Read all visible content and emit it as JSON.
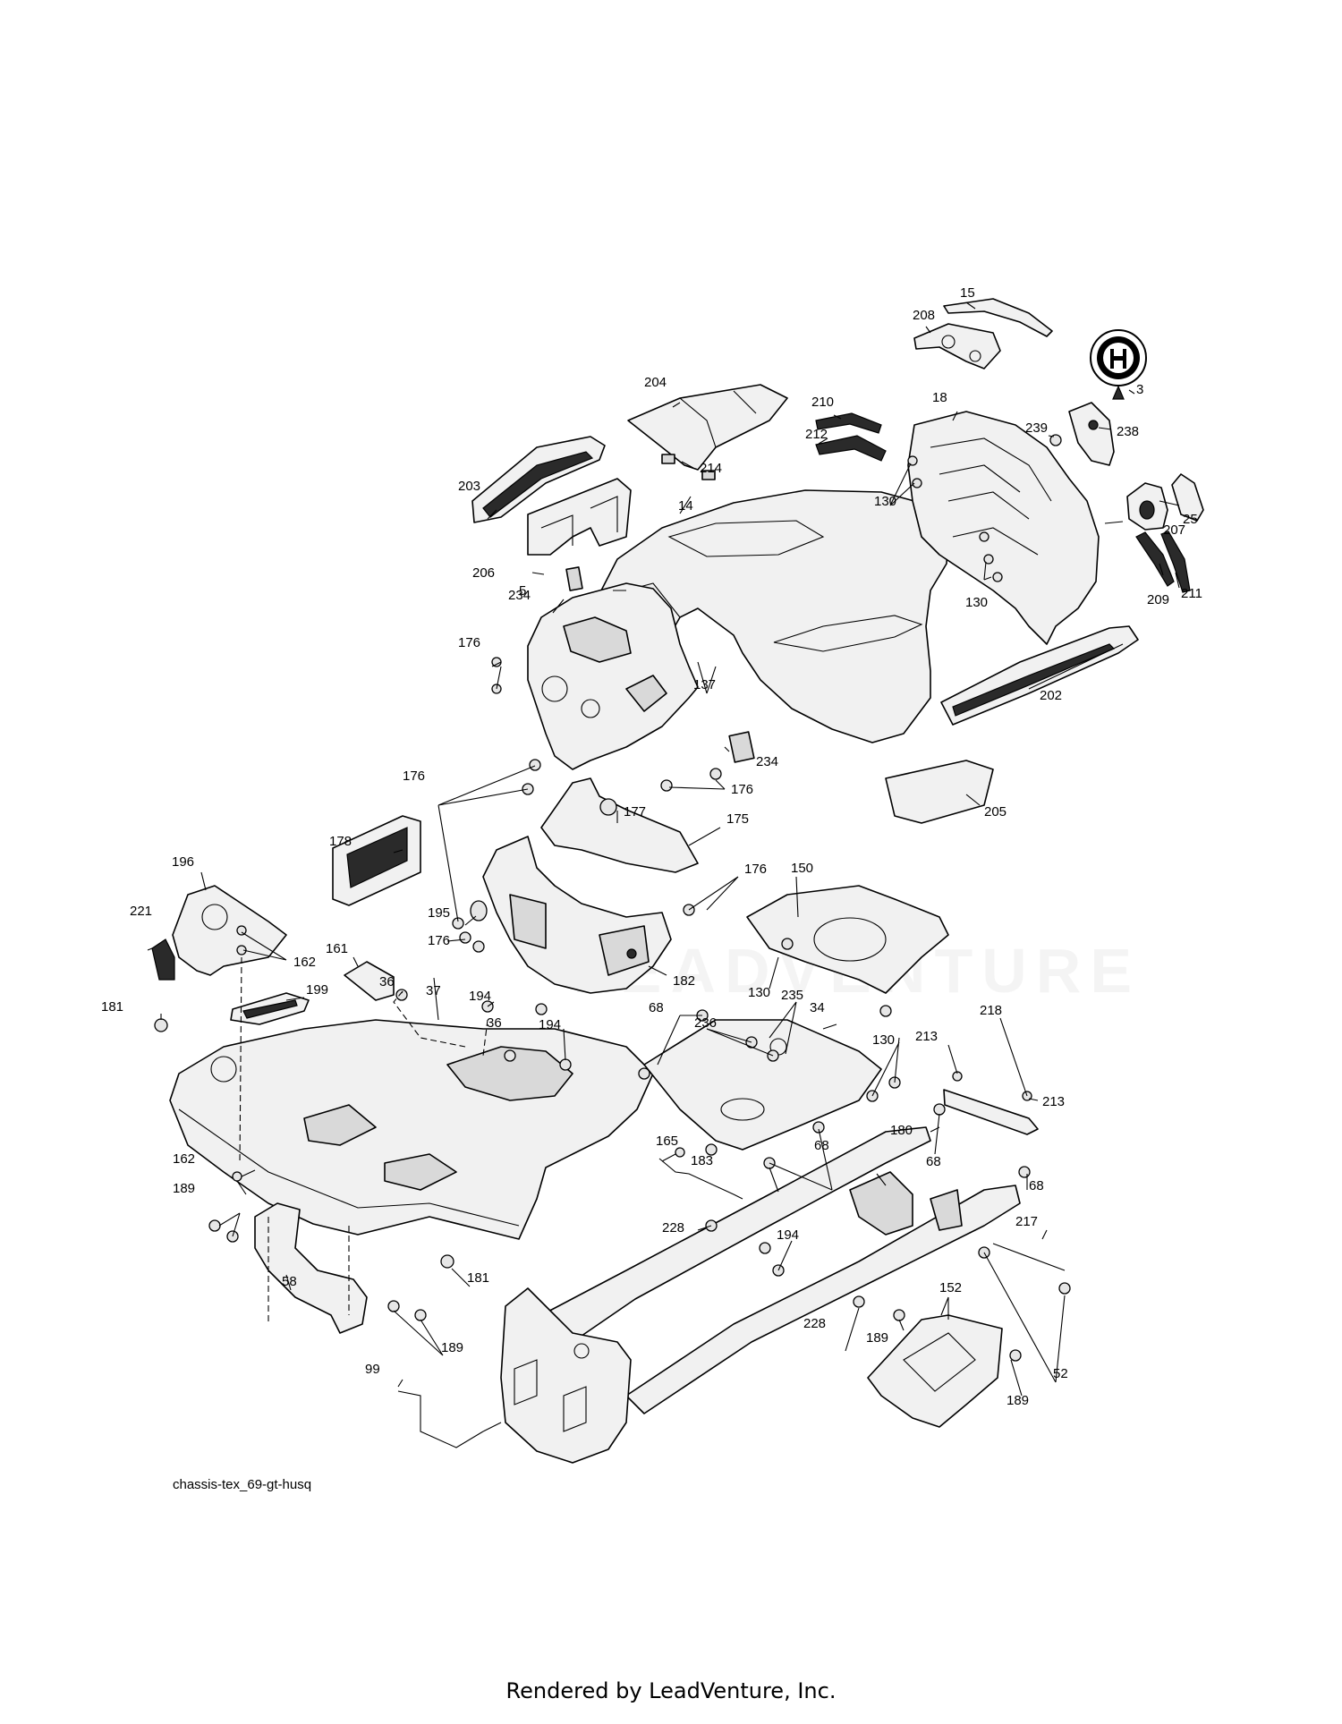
{
  "diagram": {
    "code": "chassis-tex_69-gt-husq",
    "watermark": "LEADVENTURE",
    "callouts": [
      "15",
      "208",
      "3",
      "204",
      "210",
      "18",
      "239",
      "238",
      "212",
      "214",
      "130",
      "25",
      "203",
      "14",
      "207",
      "130",
      "206",
      "234",
      "209",
      "211",
      "5",
      "202",
      "176",
      "137",
      "234",
      "176",
      "176",
      "177",
      "175",
      "205",
      "178",
      "150",
      "196",
      "176",
      "221",
      "195",
      "162",
      "176",
      "161",
      "182",
      "130",
      "235",
      "36",
      "194",
      "181",
      "199",
      "37",
      "36",
      "194",
      "68",
      "236",
      "34",
      "213",
      "218",
      "130",
      "180",
      "213",
      "165",
      "68",
      "162",
      "183",
      "68",
      "68",
      "189",
      "228",
      "194",
      "217",
      "58",
      "181",
      "152",
      "189",
      "189",
      "228",
      "52",
      "189",
      "99"
    ]
  },
  "footer": {
    "text": "Rendered by LeadVenture, Inc."
  }
}
